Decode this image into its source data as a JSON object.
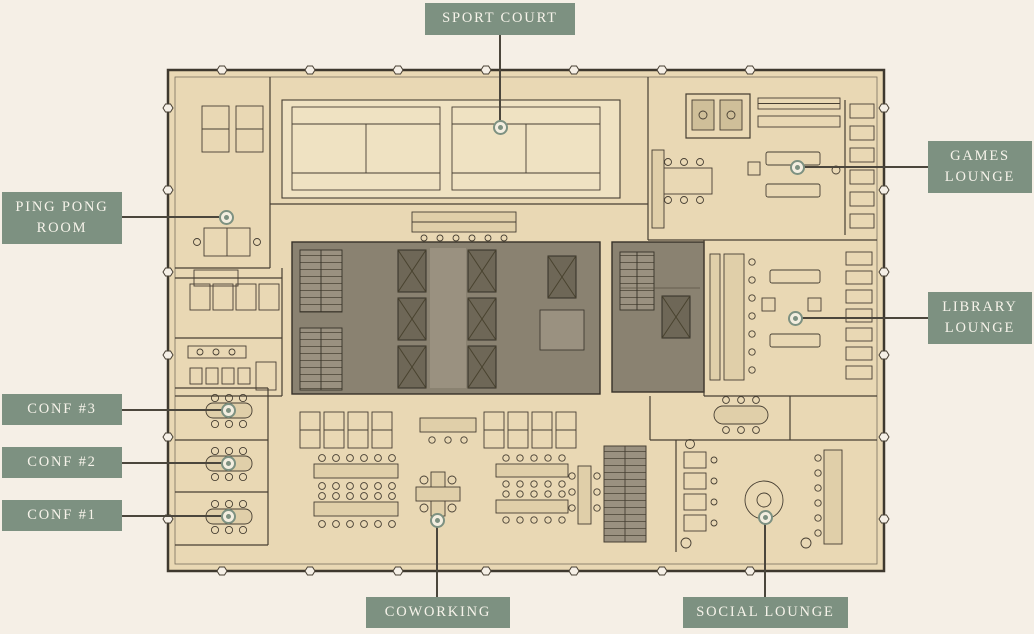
{
  "colors": {
    "accent": "#7d9181",
    "background": "#f5efe6",
    "plan-fill": "#e9d8b4",
    "plan-line": "#473f33",
    "core-fill": "#8a8271",
    "label-text": "#f6f3ea"
  },
  "callouts": {
    "sport_court": {
      "label": "SPORT COURT"
    },
    "games_lounge": {
      "line1": "GAMES",
      "line2": "LOUNGE"
    },
    "ping_pong_room": {
      "line1": "PING PONG",
      "line2": "ROOM"
    },
    "library_lounge": {
      "line1": "LIBRARY",
      "line2": "LOUNGE"
    },
    "conf_3": {
      "label": "CONF #3"
    },
    "conf_2": {
      "label": "CONF #2"
    },
    "conf_1": {
      "label": "CONF #1"
    },
    "coworking": {
      "label": "COWORKING"
    },
    "social_lounge": {
      "label": "SOCIAL LOUNGE"
    }
  }
}
